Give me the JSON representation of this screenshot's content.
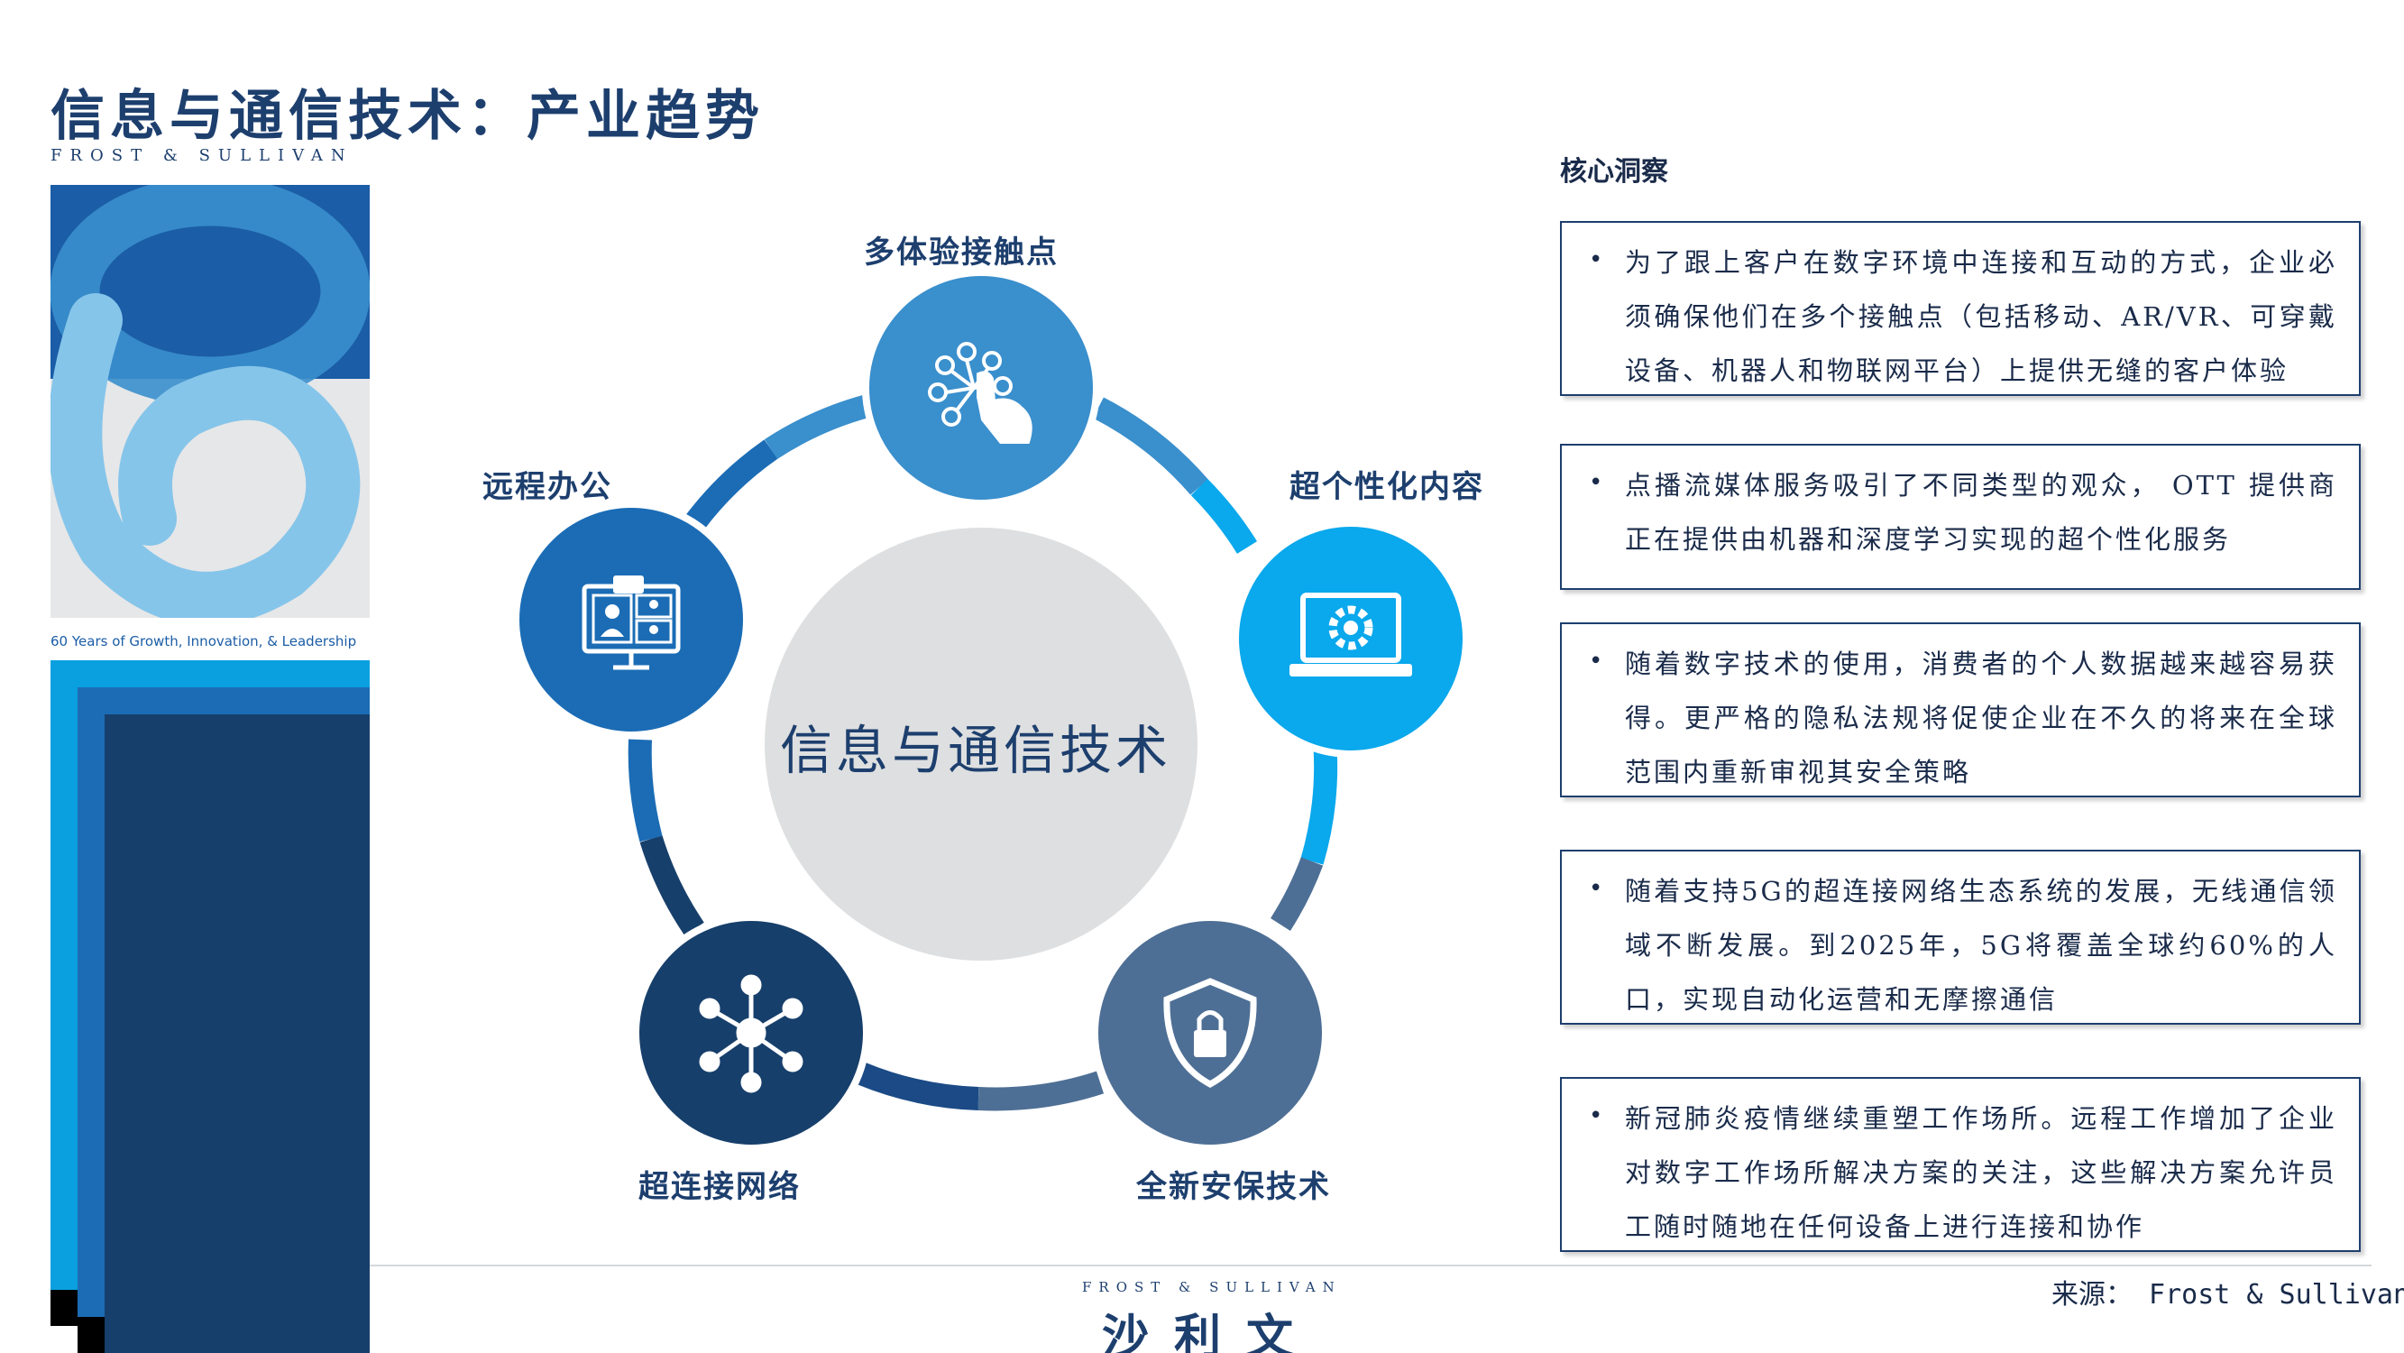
{
  "header": {
    "title": "信息与通信技术：产业趋势",
    "brand_small": "FROST & SULLIVAN"
  },
  "banner": {
    "number_graphic": "60",
    "tagline": "60 Years of Growth, Innovation, & Leadership"
  },
  "diagram": {
    "center_label": "信息与通信技术",
    "nodes": [
      {
        "label": "多体验接触点",
        "icon": "touch-network-icon",
        "color": "#3a8fcd"
      },
      {
        "label": "超个性化内容",
        "icon": "laptop-gear-icon",
        "color": "#0aa8ec"
      },
      {
        "label": "全新安保技术",
        "icon": "shield-lock-icon",
        "color": "#4e6f95"
      },
      {
        "label": "超连接网络",
        "icon": "network-hub-icon",
        "color": "#173f6b"
      },
      {
        "label": "远程办公",
        "icon": "video-conference-icon",
        "color": "#1b6cb5"
      }
    ]
  },
  "insights": {
    "heading": "核心洞察",
    "items": [
      "为了跟上客户在数字环境中连接和互动的方式，企业必须确保他们在多个接触点（包括移动、AR/VR、可穿戴设备、机器人和物联网平台）上提供无缝的客户体验",
      "点播流媒体服务吸引了不同类型的观众， OTT 提供商正在提供由机器和深度学习实现的超个性化服务",
      "随着数字技术的使用，消费者的个人数据越来越容易获得。更严格的隐私法规将促使企业在不久的将来在全球范围内重新审视其安全策略",
      "随着支持5G的超连接网络生态系统的发展，无线通信领域不断发展。到2025年，5G将覆盖全球约60%的人口，实现自动化运营和无摩擦通信",
      "新冠肺炎疫情继续重塑工作场所。远程工作增加了企业对数字工作场所解决方案的关注，这些解决方案允许员工随时随地在任何设备上进行连接和协作"
    ]
  },
  "footer": {
    "brand_small": "FROST & SULLIVAN",
    "brand_cn": "沙利文",
    "source": "来源： Frost & Sullivan"
  }
}
